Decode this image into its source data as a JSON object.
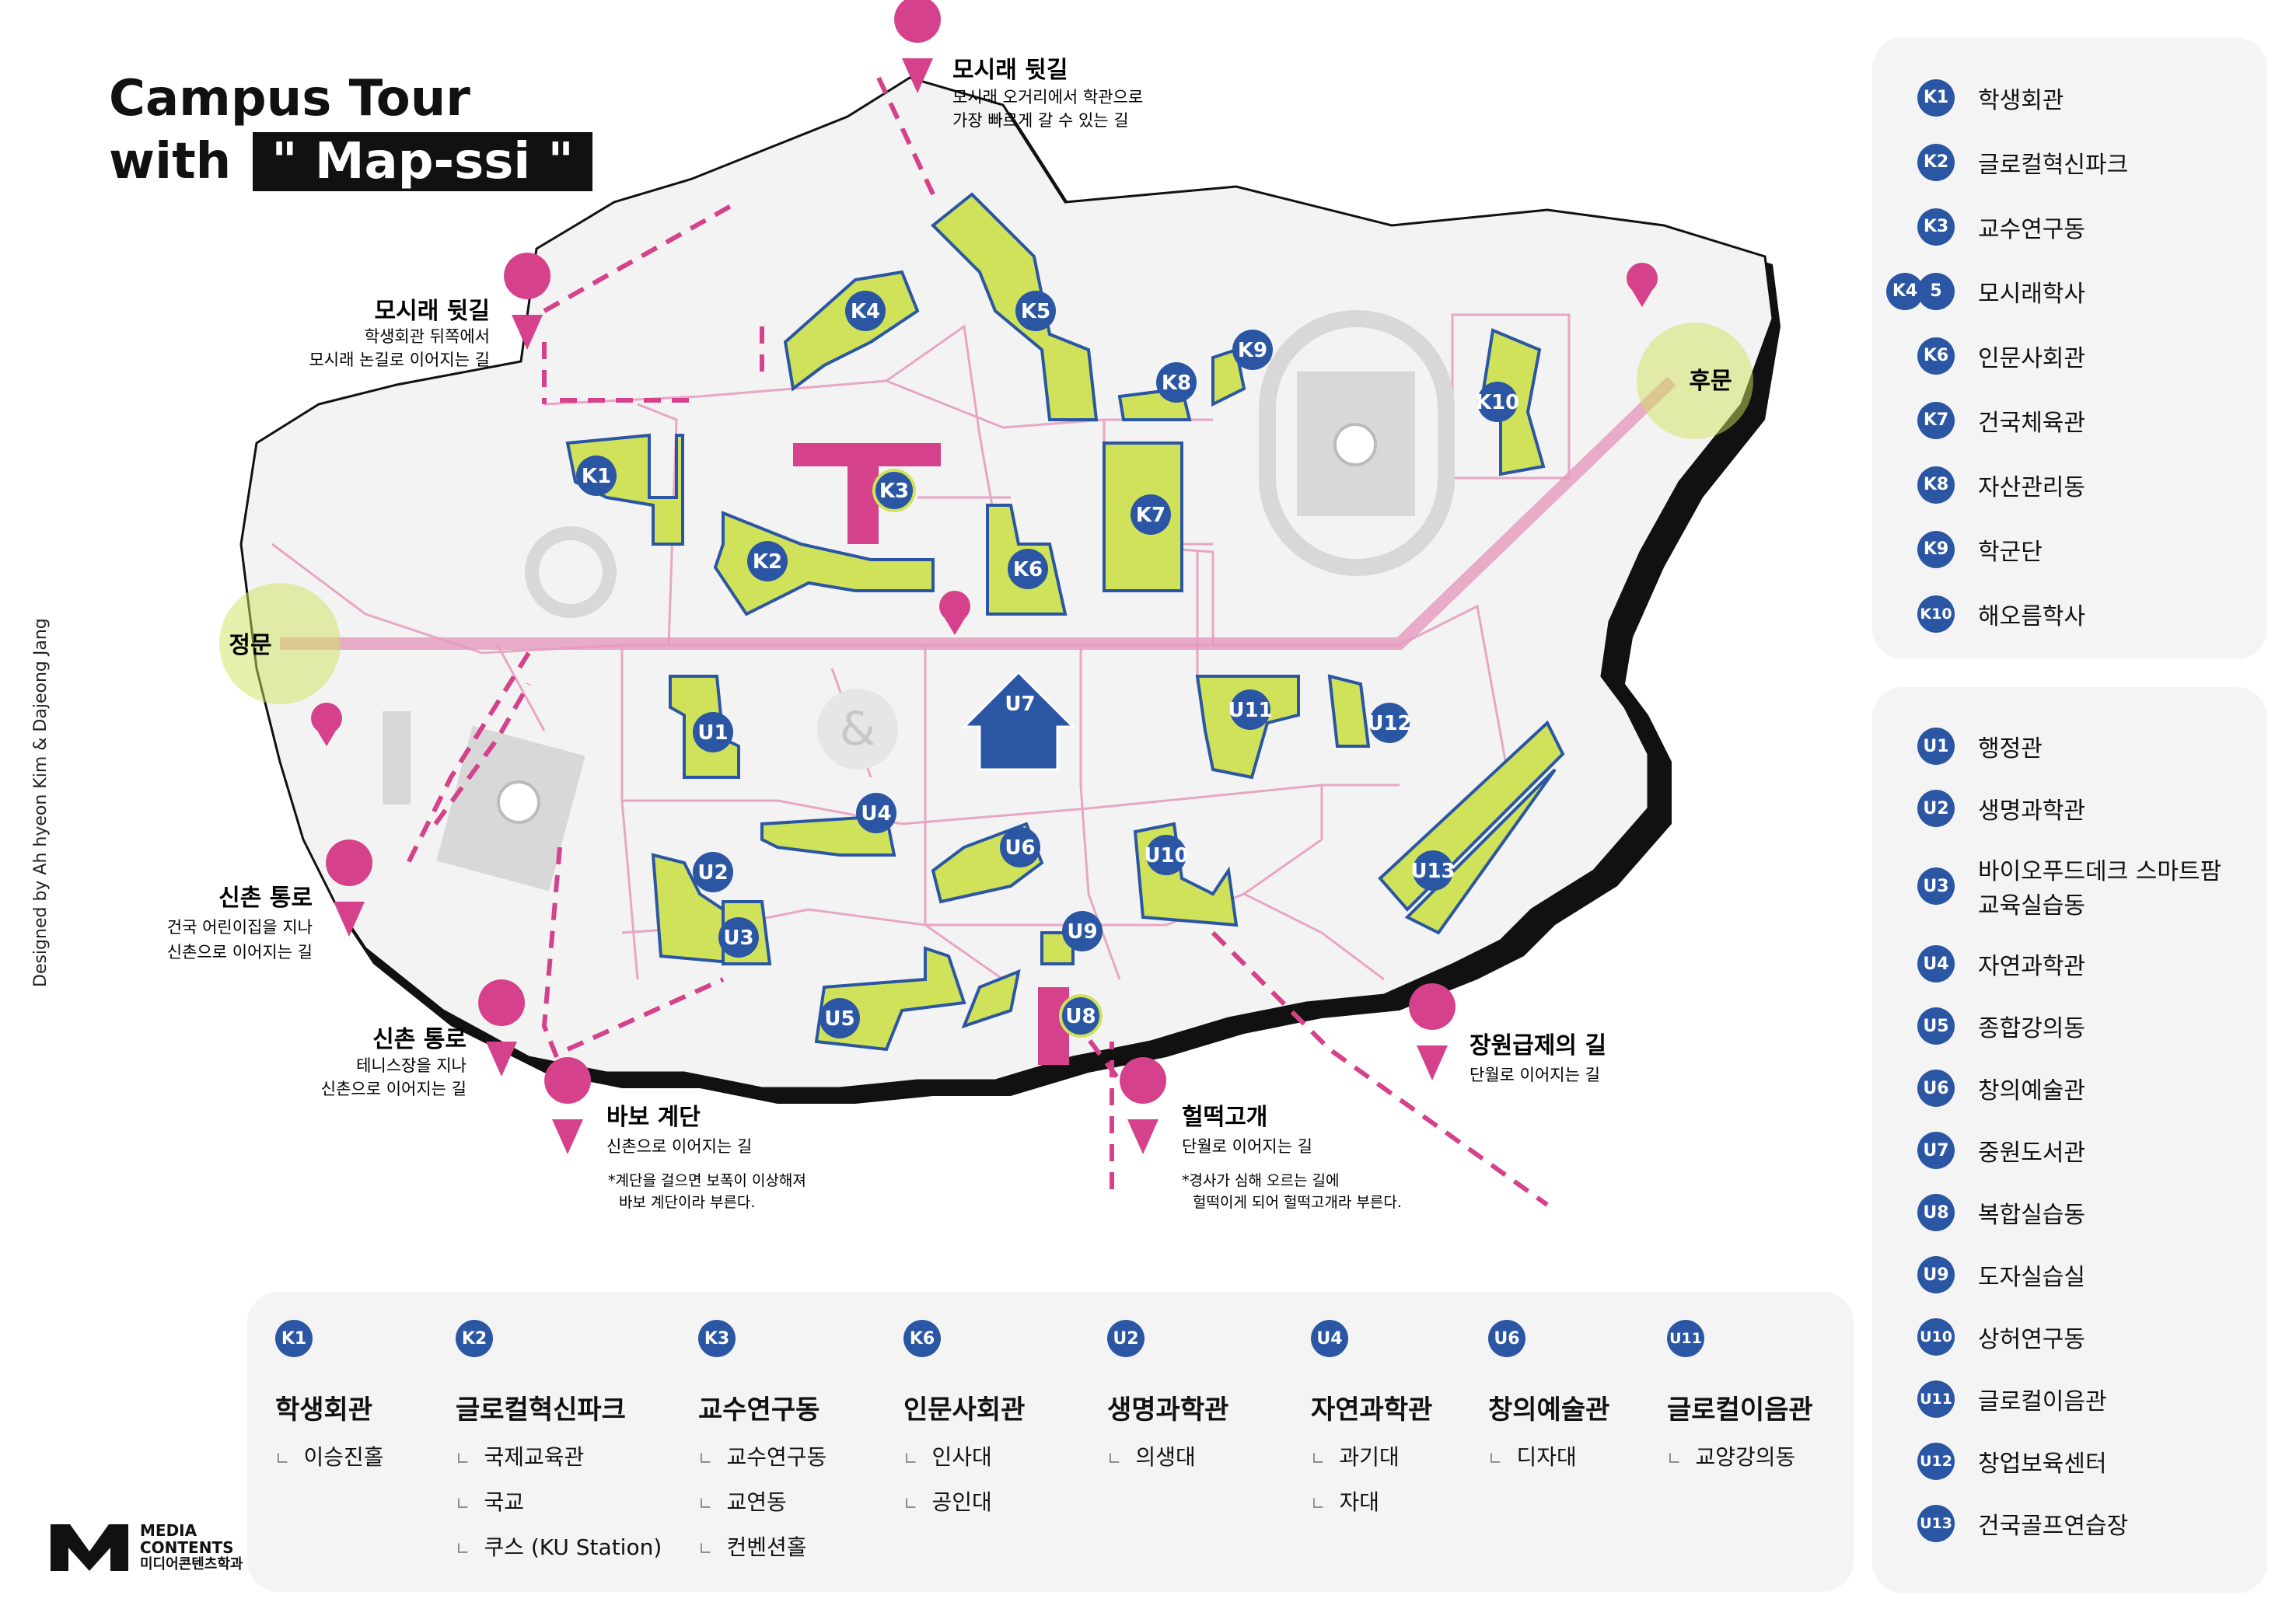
{
  "title": {
    "line1": "Campus Tour",
    "line2_word": "with",
    "line2_tag": "\" Map-ssi \""
  },
  "credit": "Designed by Ah hyeon Kim & Dajeong Jang",
  "gates": {
    "main": "정문",
    "back": "후문"
  },
  "map_buildings": [
    "K1",
    "K2",
    "K3",
    "K4",
    "K5",
    "K6",
    "K7",
    "K8",
    "K9",
    "K10",
    "U1",
    "U2",
    "U3",
    "U4",
    "U5",
    "U6",
    "U7",
    "U8",
    "U9",
    "U10",
    "U11",
    "U12",
    "U13"
  ],
  "notes": [
    {
      "title": "모시래 뒷길",
      "sub1": "모시래 오거리에서 학관으로",
      "sub2": "가장 빠르게 갈 수 있는 길"
    },
    {
      "title": "모시래 뒷길",
      "sub1": "학생회관 뒤쪽에서",
      "sub2": "모시래 논길로 이어지는 길"
    },
    {
      "title": "신촌 통로",
      "sub1": "건국 어린이집을 지나",
      "sub2": "신촌으로 이어지는 길"
    },
    {
      "title": "신촌 통로",
      "sub1": "테니스장을 지나",
      "sub2": "신촌으로 이어지는 길"
    },
    {
      "title": "바보 계단",
      "sub1": "신촌으로 이어지는 길",
      "x1": "*계단을 걸으면 보폭이 이상해져",
      "x2": "바보 계단이라 부른다."
    },
    {
      "title": "헐떡고개",
      "sub1": "단월로 이어지는 길",
      "x1": "*경사가 심해 오르는 길에",
      "x2": "헐떡이게 되어 헐떡고개라 부른다."
    },
    {
      "title": "장원급제의 길",
      "sub1": "단월로 이어지는 길"
    }
  ],
  "legend_k": [
    {
      "code": "K1",
      "name": "학생회관"
    },
    {
      "code": "K2",
      "name": "글로컬혁신파크"
    },
    {
      "code": "K3",
      "name": "교수연구동"
    },
    {
      "code": "K4",
      "code2": "5",
      "name": "모시래학사"
    },
    {
      "code": "K6",
      "name": "인문사회관"
    },
    {
      "code": "K7",
      "name": "건국체육관"
    },
    {
      "code": "K8",
      "name": "자산관리동"
    },
    {
      "code": "K9",
      "name": "학군단"
    },
    {
      "code": "K10",
      "name": "해오름학사"
    }
  ],
  "legend_u": [
    {
      "code": "U1",
      "name": "행정관"
    },
    {
      "code": "U2",
      "name": "생명과학관"
    },
    {
      "code": "U3",
      "name": "바이오푸드데크 스마트팜",
      "name2": "교육실습동"
    },
    {
      "code": "U4",
      "name": "자연과학관"
    },
    {
      "code": "U5",
      "name": "종합강의동"
    },
    {
      "code": "U6",
      "name": "창의예술관"
    },
    {
      "code": "U7",
      "name": "중원도서관"
    },
    {
      "code": "U8",
      "name": "복합실습동"
    },
    {
      "code": "U9",
      "name": "도자실습실"
    },
    {
      "code": "U10",
      "name": "상허연구동"
    },
    {
      "code": "U11",
      "name": "글로컬이음관"
    },
    {
      "code": "U12",
      "name": "창업보육센터"
    },
    {
      "code": "U13",
      "name": "건국골프연습장"
    }
  ],
  "bottom": [
    {
      "code": "K1",
      "name": "학생회관",
      "subs": [
        "이승진홀"
      ]
    },
    {
      "code": "K2",
      "name": "글로컬혁신파크",
      "subs": [
        "국제교육관",
        "국교",
        "쿠스 (KU Station)"
      ]
    },
    {
      "code": "K3",
      "name": "교수연구동",
      "subs": [
        "교수연구동",
        "교연동",
        "컨벤션홀"
      ]
    },
    {
      "code": "K6",
      "name": "인문사회관",
      "subs": [
        "인사대",
        "공인대"
      ]
    },
    {
      "code": "U2",
      "name": "생명과학관",
      "subs": [
        "의생대"
      ]
    },
    {
      "code": "U4",
      "name": "자연과학관",
      "subs": [
        "과기대",
        "자대"
      ]
    },
    {
      "code": "U6",
      "name": "창의예술관",
      "subs": [
        "디자대"
      ]
    },
    {
      "code": "U11",
      "name": "글로컬이음관",
      "subs": [
        "교양강의동"
      ]
    }
  ],
  "logo": {
    "line1": "MEDIA",
    "line2": "CONTENTS",
    "line3": "미디어콘텐츠학과"
  },
  "colors": {
    "building": "#cfe25a",
    "node": "#2a56a4",
    "accent": "#d5418a",
    "campus": "#f3f3f3",
    "path": "#e8a6c6"
  }
}
